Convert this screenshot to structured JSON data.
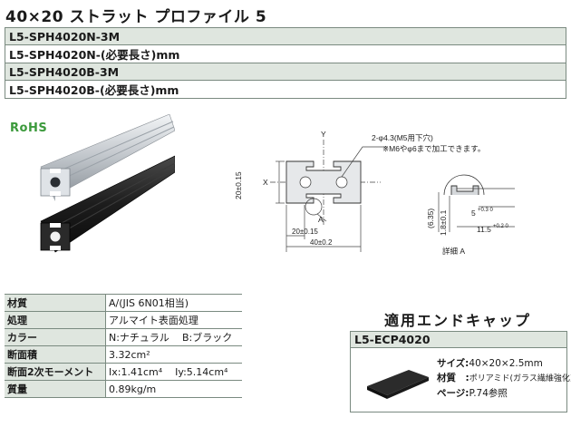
{
  "title": "40×20 ストラット プロファイル 5",
  "codes": [
    "L5-SPH4020N-3M",
    "L5-SPH4020N-(必要長さ)mm",
    "L5-SPH4020B-3M",
    "L5-SPH4020B-(必要長さ)mm"
  ],
  "rohs": "RoHS",
  "drawing": {
    "hole_note_1": "2-φ4.3(M5用下穴)",
    "hole_note_2": "※M6やφ6まで加工できます。",
    "axis_x": "X",
    "axis_y": "Y",
    "dim_height": "20±0.15",
    "dim_half": "20±0.15",
    "dim_width": "40±0.2",
    "detail_ref": "A",
    "detail_label": "詳細  A",
    "dim_635": "(6.35)",
    "dim_18": "1.8±0.1",
    "dim_5": "5",
    "dim_5_tol": "+0.3 0",
    "dim_115": "11.5",
    "dim_115_tol": "+0.2 0"
  },
  "specs": [
    {
      "key": "材質",
      "value": [
        "A/(JIS 6N01相当)"
      ]
    },
    {
      "key": "処理",
      "value": [
        "アルマイト表面処理"
      ]
    },
    {
      "key": "カラー",
      "value": [
        "N:ナチュラル",
        "B:ブラック"
      ]
    },
    {
      "key": "断面積",
      "value": [
        "3.32cm²"
      ]
    },
    {
      "key": "断面2次モーメント",
      "value": [
        "Ix:1.41cm⁴",
        "Iy:5.14cm⁴"
      ]
    },
    {
      "key": "質量",
      "value": [
        "0.89kg/m"
      ]
    }
  ],
  "endcap": {
    "title": "適用エンドキャップ",
    "code": "L5-ECP4020",
    "size_label": "サイズ:",
    "size_value": "40×20×2.5mm",
    "material_label": "材質　:",
    "material_value": "ポリアミド(ガラス繊維強化)",
    "page_label": "ページ:",
    "page_value": "P.74参照"
  },
  "colors": {
    "header_shade": "#dfe6df",
    "rohs_green": "#3c9a3c",
    "profile_natural": "#c8ccd0",
    "profile_black": "#1c1c1c"
  }
}
